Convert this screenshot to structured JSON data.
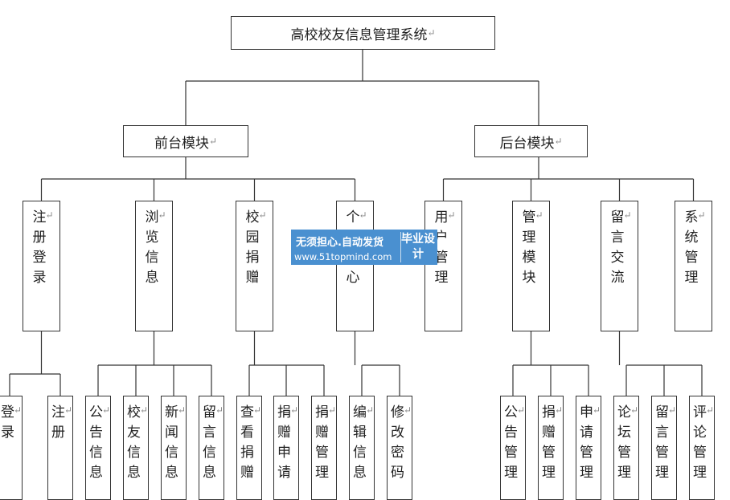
{
  "root": "高校校友信息管理系统",
  "return_mark": "↵",
  "front": {
    "label": "前台模块",
    "modules": [
      "注册登录",
      "浏览信息",
      "校园捐赠",
      "个人中心"
    ],
    "leaves": [
      [
        "登录",
        "注册"
      ],
      [
        "公告信息",
        "校友信息",
        "新闻信息",
        "留言信息"
      ],
      [
        "查看捐赠",
        "捐赠申请",
        "捐赠管理"
      ],
      [
        "编辑信息",
        "修改密码"
      ]
    ]
  },
  "back": {
    "label": "后台模块",
    "modules": [
      "用户管理",
      "管理模块",
      "留言交流",
      "系统管理"
    ],
    "leaves": [
      [],
      [
        "公告管理",
        "捐赠管理",
        "申请管理"
      ],
      [
        "论坛管理",
        "留言管理",
        "评论管理"
      ],
      []
    ]
  },
  "watermark": {
    "line1": "无须担心.自动发货",
    "line2": "www.51topmind.com",
    "side": "毕业设计"
  }
}
